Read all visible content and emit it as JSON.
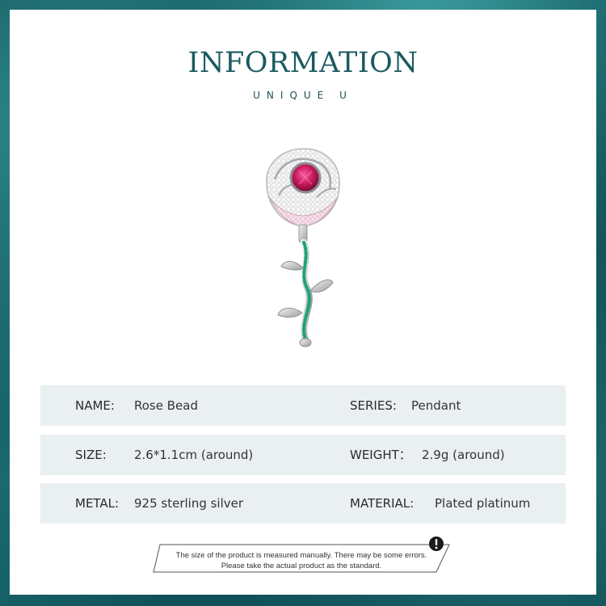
{
  "header": {
    "title": "INFORMATION",
    "subtitle": "UNIQUE U"
  },
  "product_image": {
    "description_icon": "rose-bead-pendant-icon"
  },
  "specs": {
    "name_label": "NAME:",
    "name_value": "Rose Bead",
    "series_label": "SERIES:",
    "series_value": "Pendant",
    "size_label": "SIZE:",
    "size_value": "2.6*1.1cm (around)",
    "weight_label": "WEIGHT：",
    "weight_value": "2.9g (around)",
    "metal_label": "METAL:",
    "metal_value": "925 sterling silver",
    "material_label": "MATERIAL:",
    "material_value": "Plated platinum"
  },
  "notice": {
    "line1": "The size of the product is measured manually. There may be some errors.",
    "line2": "Please take the actual product as the standard.",
    "icon": "exclamation-icon"
  },
  "colors": {
    "title": "#1a5a60",
    "row_background": "#eaeff2",
    "gem_pink": "#c4185a",
    "gem_green": "#1aa37a"
  }
}
